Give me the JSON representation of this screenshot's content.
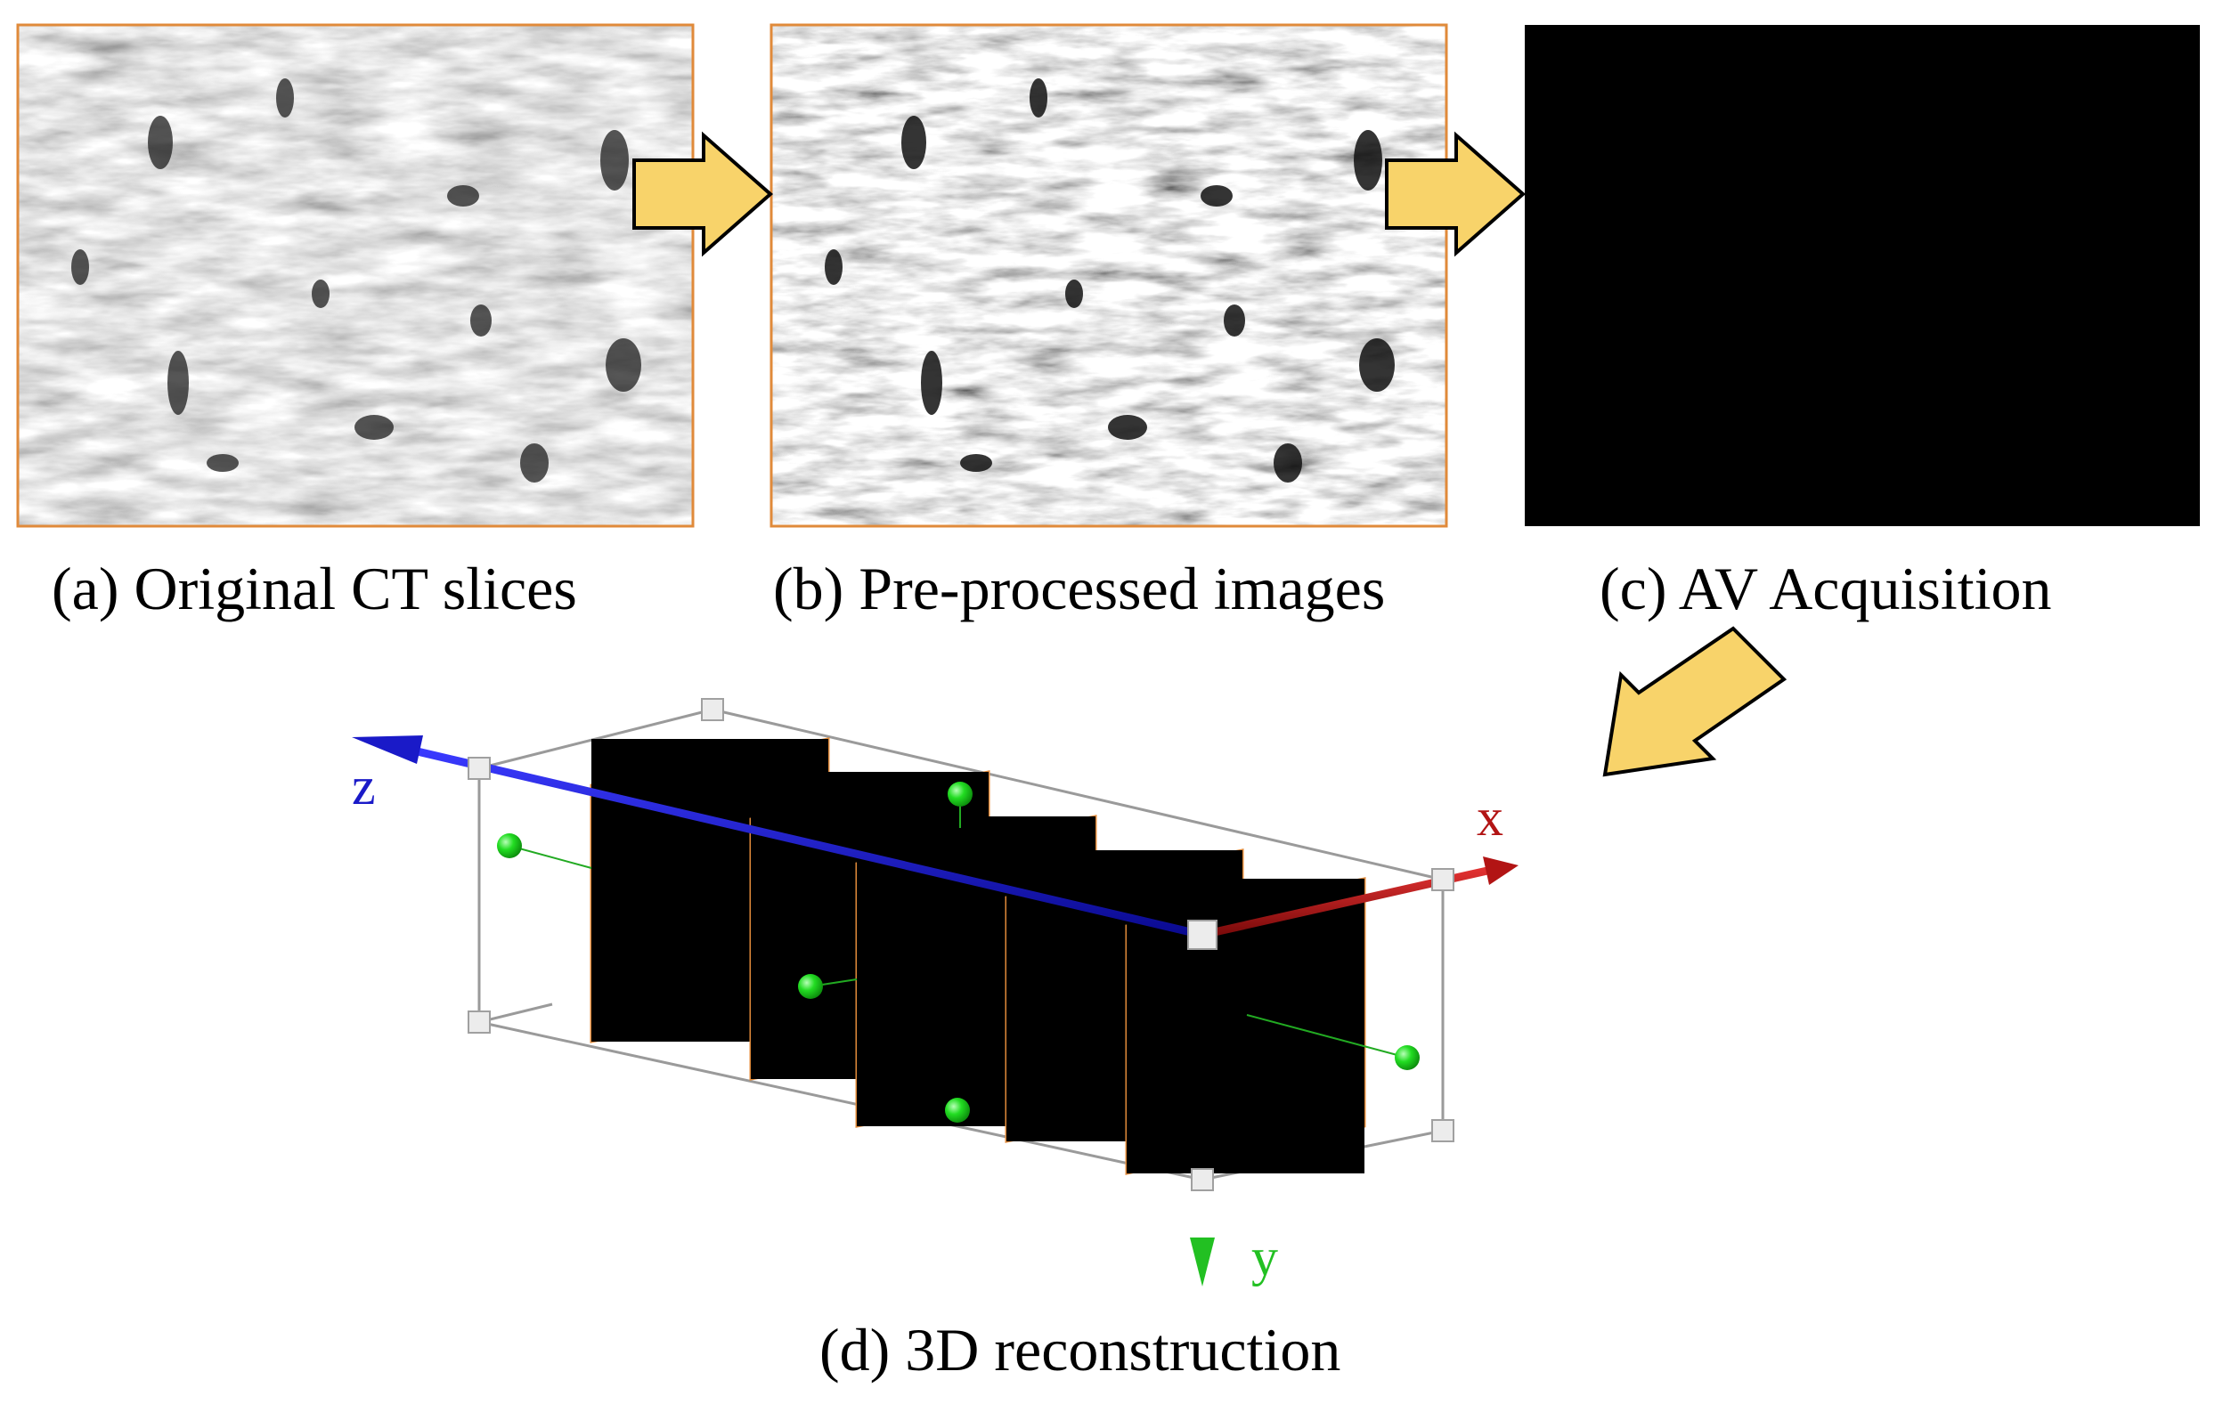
{
  "panels": {
    "a": {
      "caption": "(a) Original CT slices"
    },
    "b": {
      "caption": "(b) Pre-processed images"
    },
    "c": {
      "caption": "(c) AV Acquisition"
    },
    "d": {
      "caption": "(d) 3D reconstruction"
    }
  },
  "axes": {
    "x": {
      "label": "x",
      "color": "#b21414"
    },
    "y": {
      "label": "y",
      "color": "#22c022"
    },
    "z": {
      "label": "z",
      "color": "#1a1ac8"
    }
  },
  "colors": {
    "arrow_fill": "#f8d36a",
    "arrow_stroke": "#000000",
    "frame_border": "#e08a3a",
    "box_edges": "#9a9a9a",
    "handle_fill": "#ececec",
    "green_marker": "#22dd22"
  },
  "icons": {
    "flow_arrow": "flow-arrow-icon",
    "corner_handle": "cube-handle-icon",
    "marker": "green-sphere-icon"
  }
}
